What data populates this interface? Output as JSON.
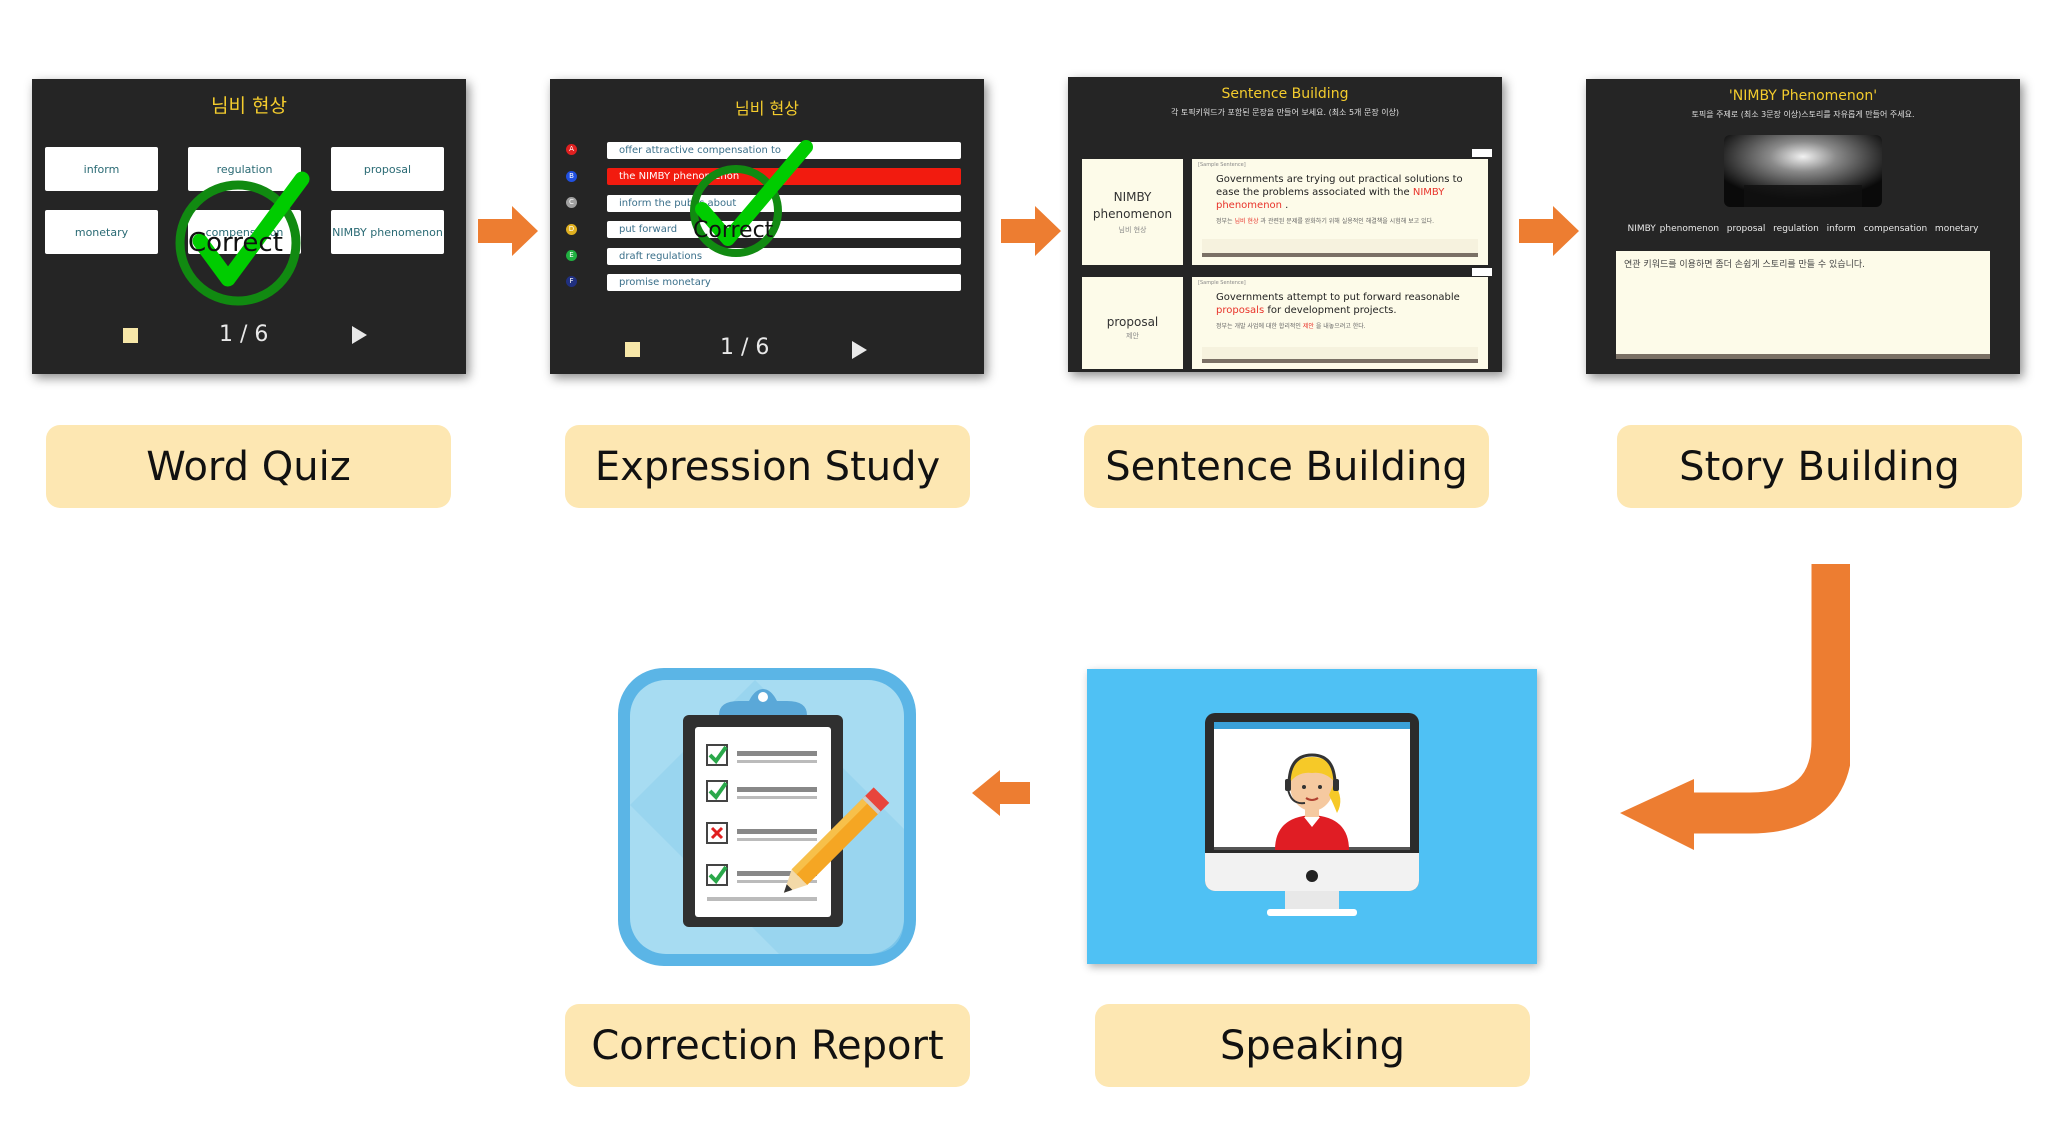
{
  "steps": [
    {
      "label": "Word Quiz"
    },
    {
      "label": "Expression Study"
    },
    {
      "label": "Sentence Building"
    },
    {
      "label": "Story Building"
    },
    {
      "label": "Speaking"
    },
    {
      "label": "Correction Report"
    }
  ],
  "word_quiz": {
    "title": "님비 현상",
    "cards": [
      "inform",
      "regulation",
      "proposal",
      "monetary",
      "compensation",
      "NIMBY phenomenon"
    ],
    "overlay": "Correct",
    "page": "1 / 6"
  },
  "expression_study": {
    "title": "님비 현상",
    "options": [
      {
        "letter": "A",
        "text": "offer attractive compensation to",
        "color": "#e02020"
      },
      {
        "letter": "B",
        "text": "the NIMBY phenomenon",
        "color": "#2050e0",
        "selected": true
      },
      {
        "letter": "C",
        "text": "inform the public about",
        "color": "#a0a0a0"
      },
      {
        "letter": "D",
        "text": "put forward",
        "color": "#e0b020"
      },
      {
        "letter": "E",
        "text": "draft regulations",
        "color": "#20b040"
      },
      {
        "letter": "F",
        "text": "promise monetary",
        "color": "#203080"
      }
    ],
    "overlay": "Correct",
    "page": "1 / 6"
  },
  "sentence_building": {
    "title": "Sentence Building",
    "instruction": "각 토픽키워드가 포함된 문장을 만들어 보세요. (최소 5개 문장 이상)",
    "items": [
      {
        "keyword": "NIMBY phenomenon",
        "keyword_kr": "님비 현상",
        "sample_tag": "[Sample Sentence]",
        "sentence_pre": "Governments are trying out practical solutions to ease the problems associated with the",
        "highlight": "NIMBY phenomenon",
        "sentence_post": ".",
        "kr_pre": "정부는",
        "kr_highlight": "님비 현상",
        "kr_post": "과 관련된 문제를 완화하기 위해 실용적인 해결책을 시험해 보고 있다."
      },
      {
        "keyword": "proposal",
        "keyword_kr": "제안",
        "sample_tag": "[Sample Sentence]",
        "sentence_pre": "Governments attempt to put forward reasonable",
        "highlight": "proposals",
        "sentence_post": "for development projects.",
        "kr_pre": "정부는 개발 사업에 대한 합리적인",
        "kr_highlight": "제안",
        "kr_post": "을 내놓으려고 한다."
      }
    ]
  },
  "story_building": {
    "title": "'NIMBY Phenomenon'",
    "instruction": "토픽을 주제로 (최소 3문장 이상)스토리를 자유롭게 만들어 주세요.",
    "keywords": [
      "NIMBY phenomenon",
      "proposal",
      "regulation",
      "inform",
      "compensation",
      "monetary"
    ],
    "placeholder": "연관 키워드를 이용하면 좀더 손쉽게 스토리를 만들 수 있습니다."
  },
  "colors": {
    "arrow": "#ed7d31",
    "label_bg": "#fde7b2",
    "panel_bg": "#252525",
    "check_green": "#00cc00",
    "speaking_bg": "#4fc1f4"
  },
  "icons": [
    "right-arrow-icon",
    "curved-arrow-icon",
    "left-arrow-icon",
    "video-call-monitor-icon",
    "clipboard-checklist-icon"
  ]
}
